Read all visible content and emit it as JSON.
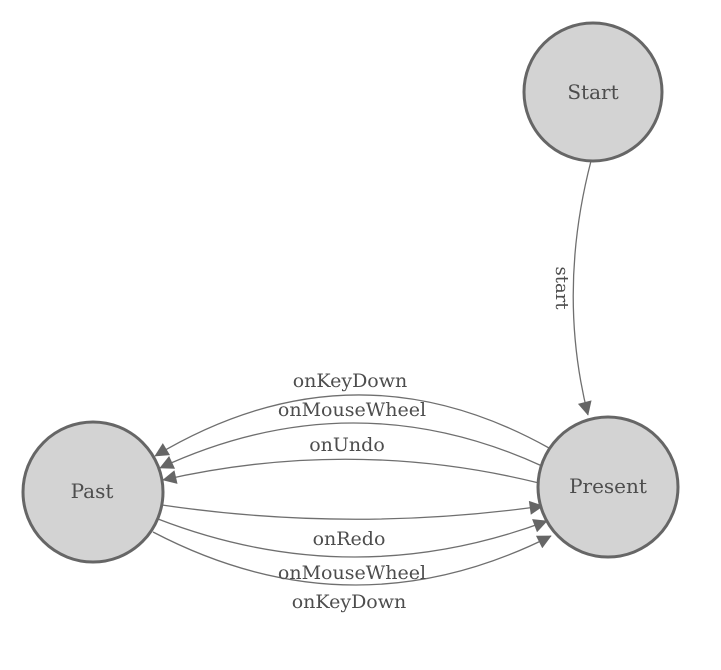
{
  "diagram": {
    "type": "state-machine",
    "background": "#ffffff",
    "colors": {
      "node_fill": "#d3d3d3",
      "node_stroke": "#666666",
      "edge_line": "#6f6f6f",
      "arrowhead_fill": "#666666",
      "label_text": "#4d4d4d"
    },
    "nodes": [
      {
        "id": "start",
        "label": "Start"
      },
      {
        "id": "present",
        "label": "Present"
      },
      {
        "id": "past",
        "label": "Past"
      }
    ],
    "edges": [
      {
        "from": "Start",
        "to": "Present",
        "label": "start"
      },
      {
        "from": "Present",
        "to": "Past",
        "label": "onKeyDown"
      },
      {
        "from": "Present",
        "to": "Past",
        "label": "onMouseWheel"
      },
      {
        "from": "Present",
        "to": "Past",
        "label": "onUndo"
      },
      {
        "from": "Past",
        "to": "Present",
        "label": "onRedo"
      },
      {
        "from": "Past",
        "to": "Present",
        "label": "onMouseWheel"
      },
      {
        "from": "Past",
        "to": "Present",
        "label": "onKeyDown"
      }
    ]
  }
}
